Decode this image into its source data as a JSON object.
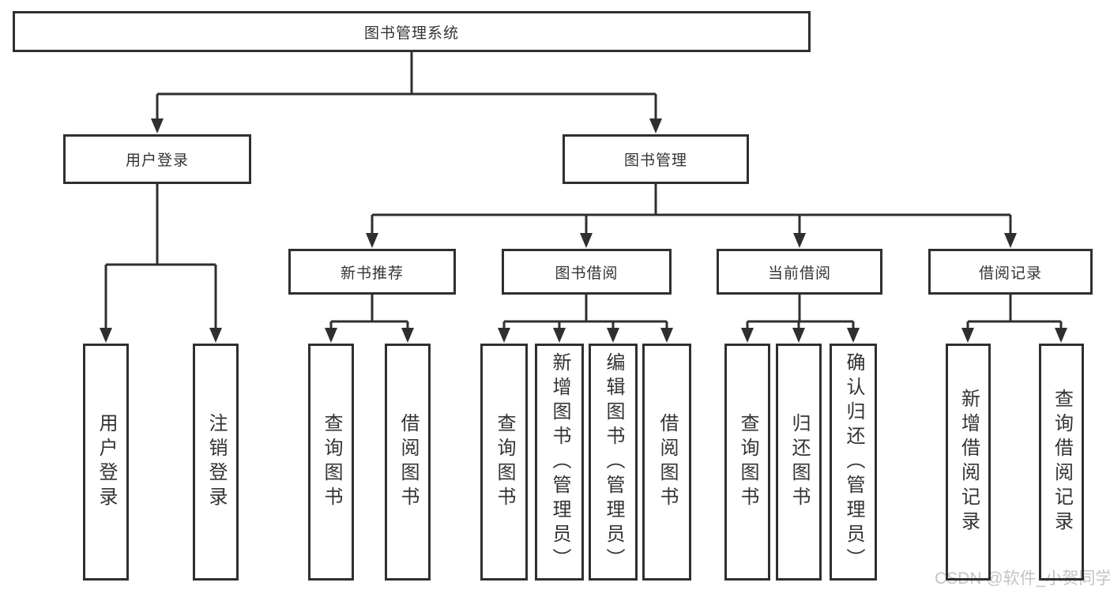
{
  "diagram": {
    "root": {
      "label": "图书管理系统"
    },
    "level2": {
      "user_login": {
        "label": "用户登录"
      },
      "book_mgmt": {
        "label": "图书管理"
      }
    },
    "level3": {
      "new_books": {
        "label": "新书推荐"
      },
      "book_borrow": {
        "label": "图书借阅"
      },
      "current_borrow": {
        "label": "当前借阅"
      },
      "borrow_records": {
        "label": "借阅记录"
      }
    },
    "leaves": {
      "user_login": {
        "label": "用户登录"
      },
      "logout": {
        "label": "注销登录"
      },
      "nb_query": {
        "label": "查询图书"
      },
      "nb_borrow": {
        "label": "借阅图书"
      },
      "bb_query": {
        "label": "查询图书"
      },
      "bb_add": {
        "label": "新增图书（管理员）"
      },
      "bb_edit": {
        "label": "编辑图书（管理员）"
      },
      "bb_borrow": {
        "label": "借阅图书"
      },
      "cb_query": {
        "label": "查询图书"
      },
      "cb_return": {
        "label": "归还图书"
      },
      "cb_confirm": {
        "label": "确认归还（管理员）"
      },
      "br_add": {
        "label": "新增借阅记录"
      },
      "br_query": {
        "label": "查询借阅记录"
      }
    }
  },
  "watermark": {
    "text": "CSDN @软件_小贺同学"
  },
  "colors": {
    "background": "#ffffff",
    "line": "#2f2f2f",
    "text": "#333333",
    "watermark": "#c4c4c4"
  }
}
